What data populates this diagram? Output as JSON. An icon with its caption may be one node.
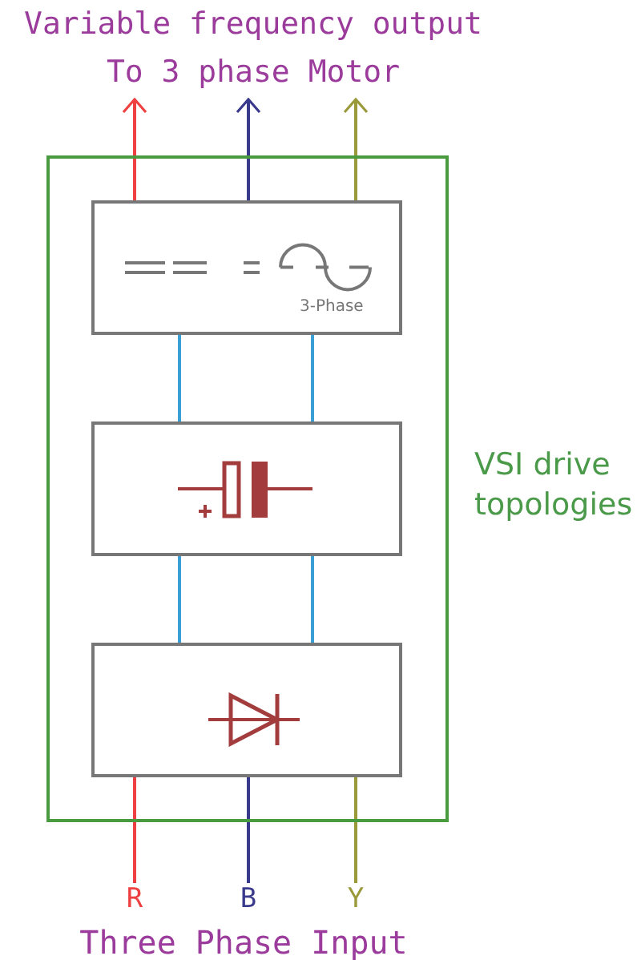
{
  "diagram": {
    "nodes": [
      {
        "text": [
          "Variable frequency output To 3 phase Motor"
        ]
      },
      {
        "text": [],
        "shape": "box",
        "beside": [
          "VSI drive topologies"
        ]
      },
      {
        "text": [
          "3-Phase"
        ],
        "in": 1
      },
      {
        "text": [],
        "shape": "box",
        "in": 1
      },
      {
        "text": [],
        "shape": "box",
        "in": 1
      },
      {
        "text": [
          "R"
        ]
      },
      {
        "text": [
          "B"
        ]
      },
      {
        "text": [
          "Y"
        ]
      }
    ],
    "edges": [
      {
        "from": 2,
        "to": 0,
        "arrow": "to",
        "color": "#ee4040"
      },
      {
        "from": 2,
        "to": 0,
        "arrow": "to",
        "color": "#3a3a8c"
      },
      {
        "from": 2,
        "to": 0,
        "arrow": "to",
        "color": "#9a9a3a"
      },
      {
        "from": 2,
        "to": 3,
        "arrow": "none"
      },
      {
        "from": 2,
        "to": 3,
        "arrow": "none"
      },
      {
        "from": 3,
        "to": 4,
        "arrow": "none"
      },
      {
        "from": 3,
        "to": 4,
        "arrow": "none"
      },
      {
        "from": 5,
        "to": 4,
        "arrow": "none",
        "color": "#ee4040"
      },
      {
        "from": 6,
        "to": 4,
        "arrow": "none",
        "color": "#3a3a8c"
      },
      {
        "from": 7,
        "to": 4,
        "arrow": "none",
        "color": "#9a9a3a"
      }
    ],
    "labels": [
      "Three Phase Input"
    ]
  }
}
